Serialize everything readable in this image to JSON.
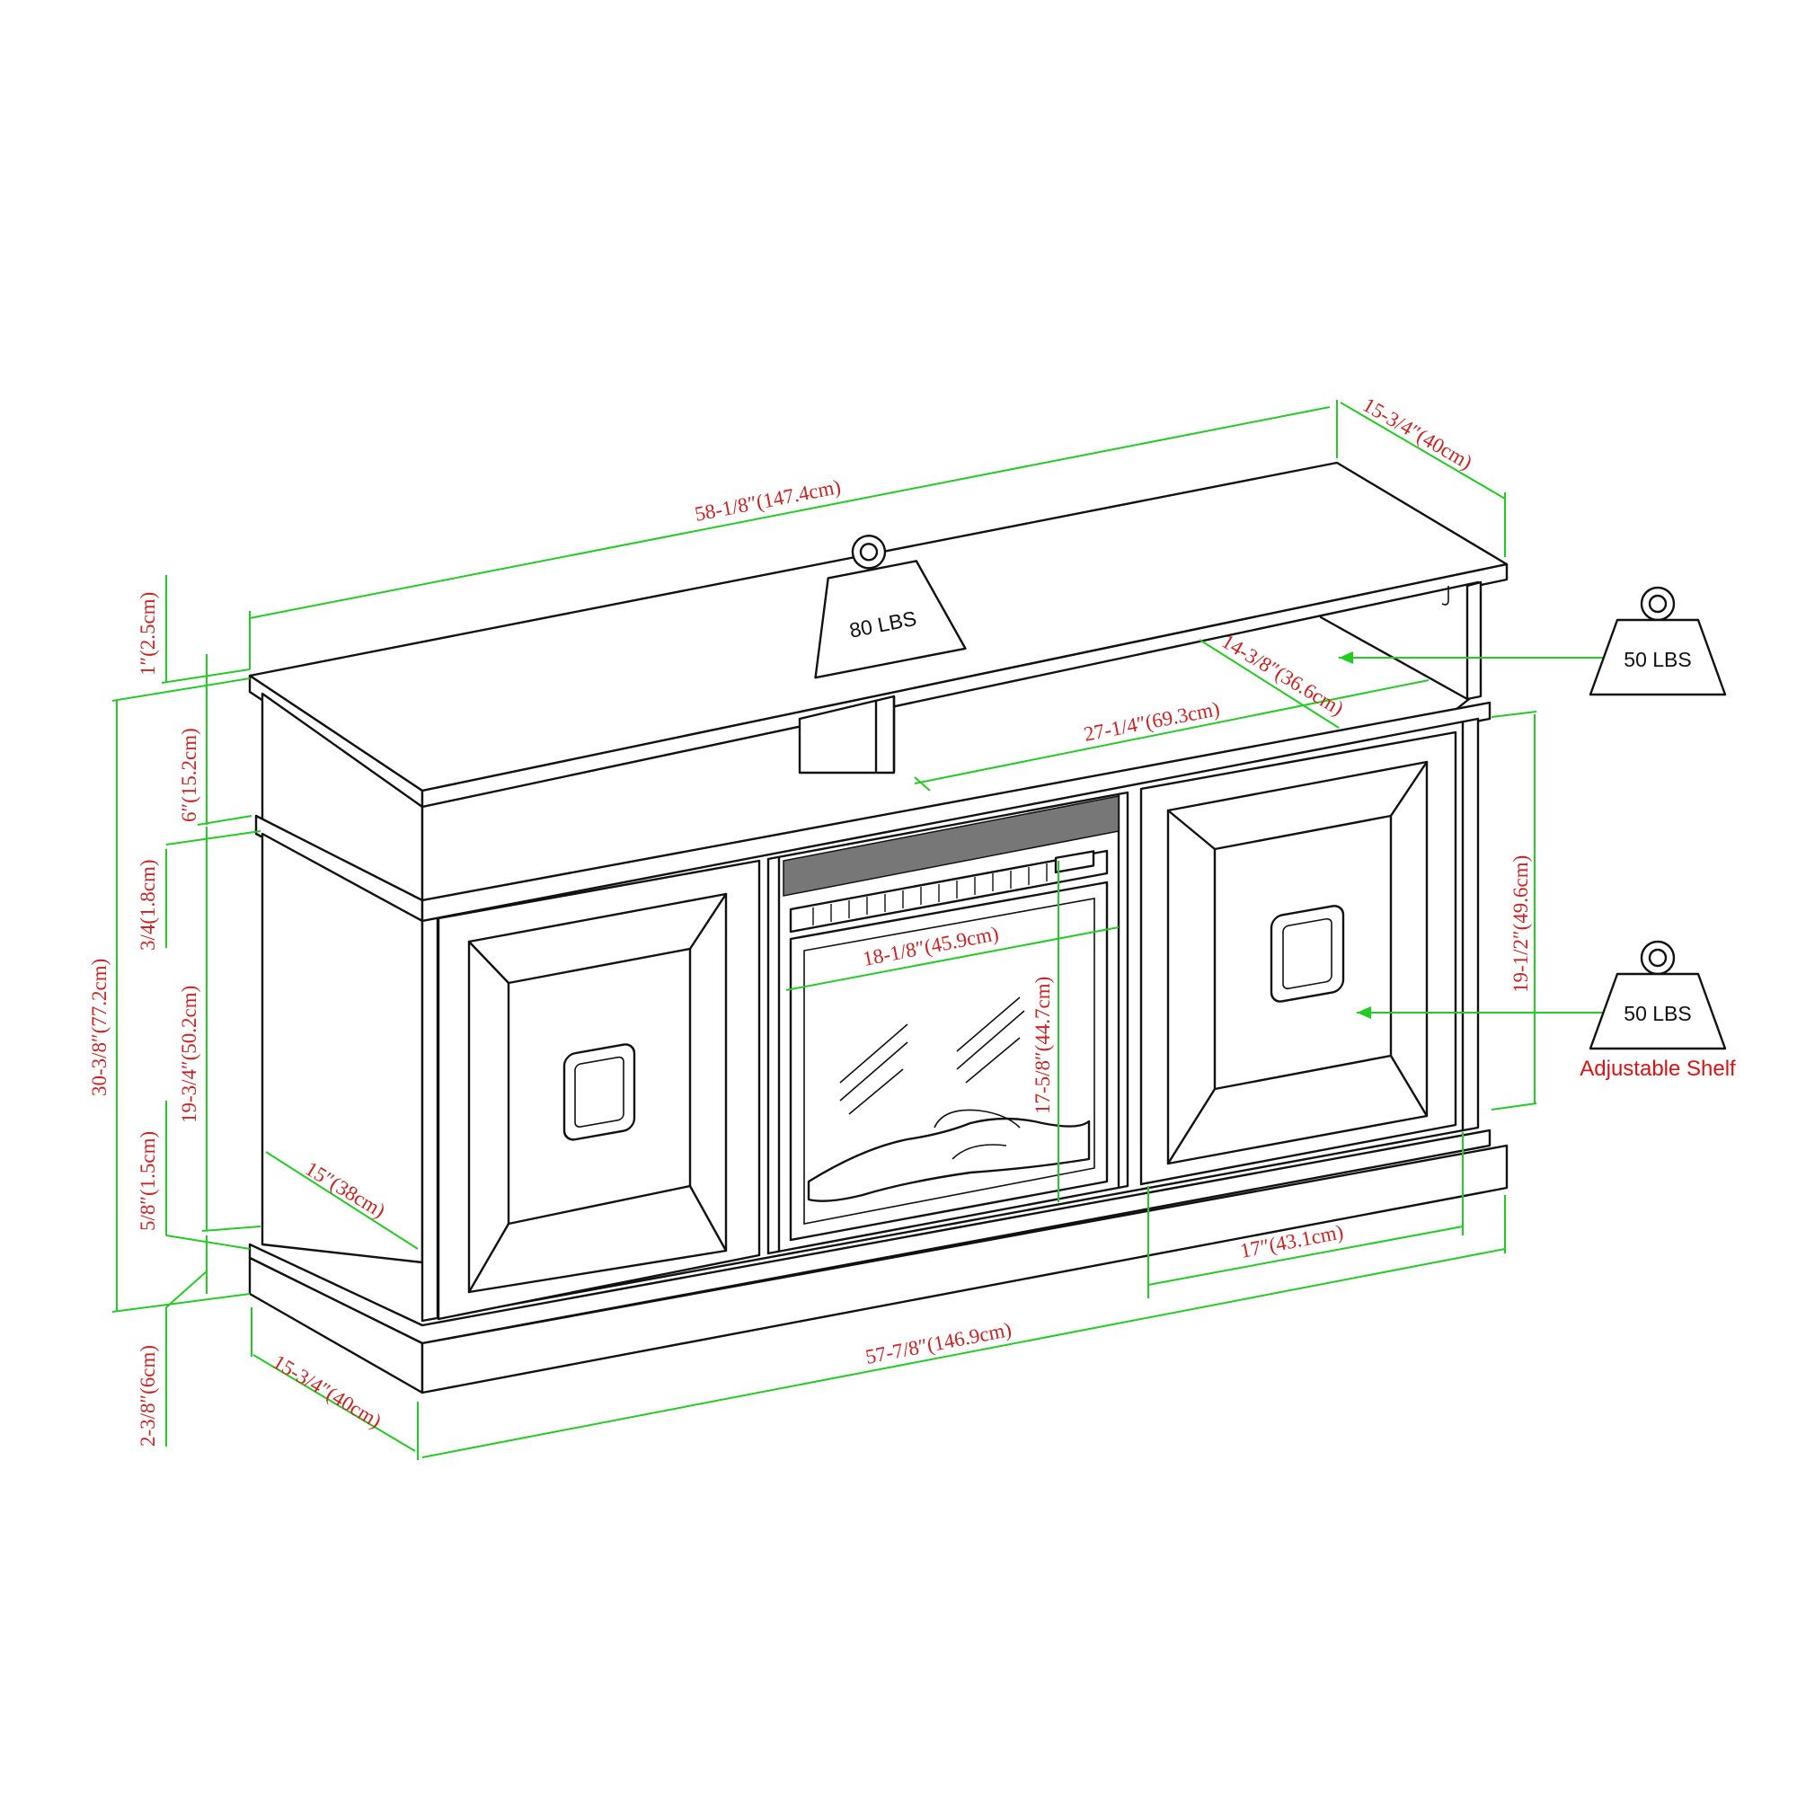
{
  "colors": {
    "dimension_line": "#22cc22",
    "dimension_text": "#cc2222",
    "outline": "#111111",
    "label_red": "#dd1111"
  },
  "icons": [
    "weight-icon"
  ],
  "dimensions": {
    "top_width": "58-1/8″(147.4cm)",
    "top_depth": "15-3/4″(40cm)",
    "top_thickness": "1″(2.5cm)",
    "open_shelf_height": "6″(15.2cm)",
    "shelf_depth": "14-3/8″(36.6cm)",
    "shelf_width": "27-1/4″(69.3cm)",
    "trim": "3/4(1.8cm)",
    "total_height": "30-3/8″(77.2cm)",
    "cabinet_height": "19-3/4″(50.2cm)",
    "plinth_top": "5/8″(1.5cm)",
    "cabinet_depth": "15″(38cm)",
    "base_height": "2-3/8″(6cm)",
    "base_depth": "15-3/4″(40cm)",
    "base_width": "57-7/8″(146.9cm)",
    "fireplace_width": "18-1/8″(45.9cm)",
    "fireplace_height": "17-5/8″(44.7cm)",
    "door_width": "17″(43.1cm)",
    "door_height": "19-1/2″(49.6cm)"
  },
  "weights": {
    "top": "80 LBS",
    "open_shelf": "50 LBS",
    "cabinet_shelf": "50 LBS"
  },
  "labels": {
    "adjustable_shelf": "Adjustable Shelf"
  }
}
